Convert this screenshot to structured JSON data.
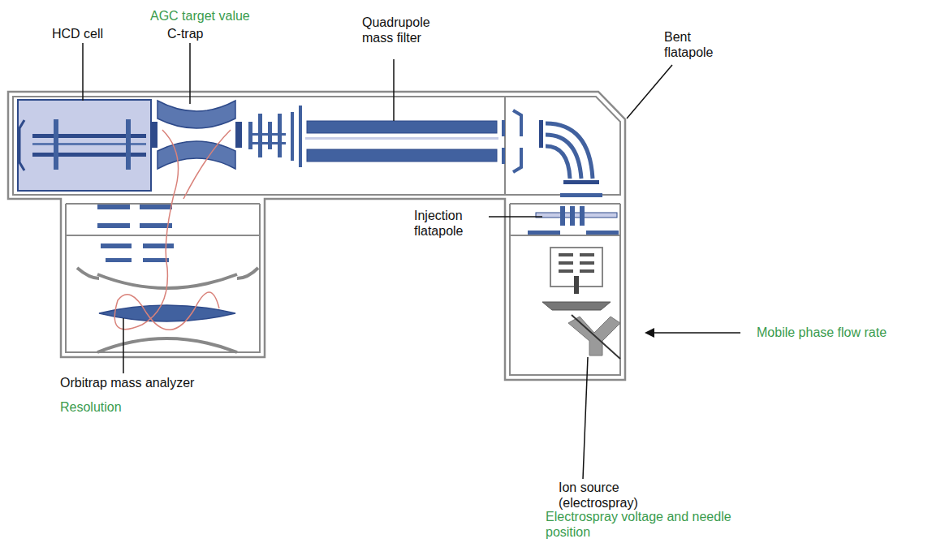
{
  "diagram": {
    "labels": [
      "AGC target value",
      "HCD cell",
      "C-trap",
      "Quadrupole mass filter",
      "Bent flatapole",
      "Injection flatapole",
      "Orbitrap mass analyzer",
      "Resolution",
      "Mobile phase flow rate",
      "Ion source (electrospray)",
      "Electrospray voltage and needle position"
    ]
  }
}
